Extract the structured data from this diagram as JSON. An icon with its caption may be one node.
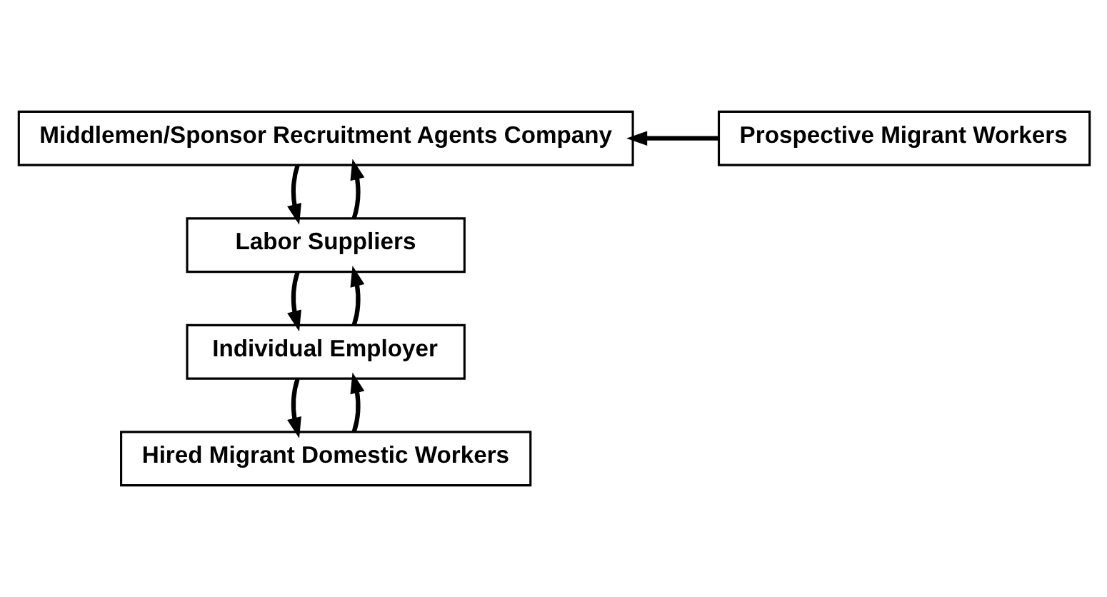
{
  "diagram": {
    "nodes": [
      {
        "text": [
          "Middlemen/Sponsor Recruitment Agents Company"
        ]
      },
      {
        "text": [
          "Prospective Migrant Workers"
        ]
      },
      {
        "text": [
          "Labor Suppliers"
        ]
      },
      {
        "text": [
          "Individual Employer"
        ]
      },
      {
        "text": [
          "Hired Migrant Domestic Workers"
        ]
      }
    ],
    "edges": [
      {
        "from": 1,
        "to": 0,
        "arrow": "to"
      },
      {
        "from": 0,
        "to": 2,
        "arrow": "to"
      },
      {
        "from": 2,
        "to": 0,
        "arrow": "to"
      },
      {
        "from": 2,
        "to": 3,
        "arrow": "to"
      },
      {
        "from": 3,
        "to": 2,
        "arrow": "to"
      },
      {
        "from": 3,
        "to": 4,
        "arrow": "to"
      },
      {
        "from": 4,
        "to": 3,
        "arrow": "to"
      }
    ]
  }
}
